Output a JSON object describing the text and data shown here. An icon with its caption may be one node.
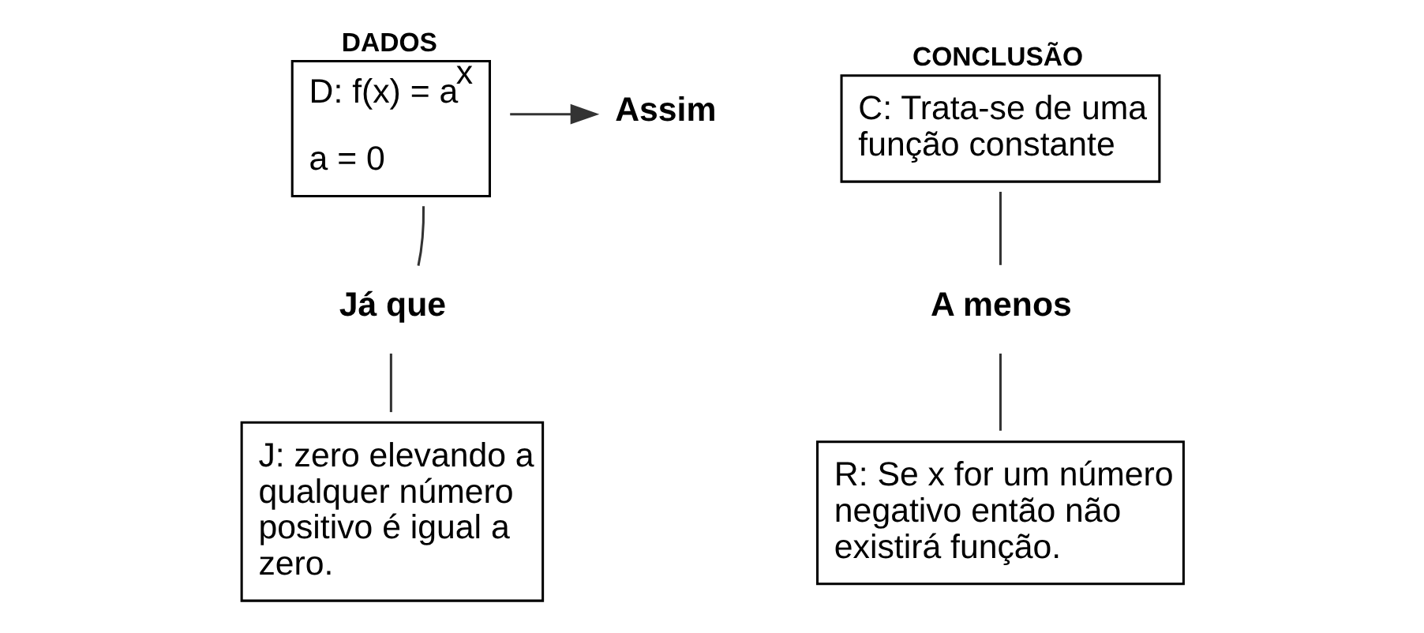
{
  "diagram": {
    "nodes": [
      {
        "text": [
          "DADOS",
          "D: f(x) = a$^{x}$",
          "a = 0"
        ]
      },
      {
        "text": [
          "Assim"
        ]
      },
      {
        "text": [
          "CONCLUSÃO",
          "C: Trata-se de uma função constante"
        ]
      },
      {
        "text": [
          "Já que"
        ]
      },
      {
        "text": [
          "J: zero elevando a qualquer número positivo é igual a zero."
        ]
      },
      {
        "text": [
          "A menos"
        ]
      },
      {
        "text": [
          "R: Se x for um número negativo então não existirá função."
        ]
      }
    ],
    "edges": [
      {
        "from": 0,
        "to": 1,
        "arrow": "to"
      },
      {
        "from": 3,
        "to": 0,
        "arrow": "none"
      },
      {
        "from": 3,
        "to": 4,
        "arrow": "none"
      },
      {
        "from": 2,
        "to": 5,
        "arrow": "none"
      },
      {
        "from": 5,
        "to": 6,
        "arrow": "none"
      }
    ]
  }
}
